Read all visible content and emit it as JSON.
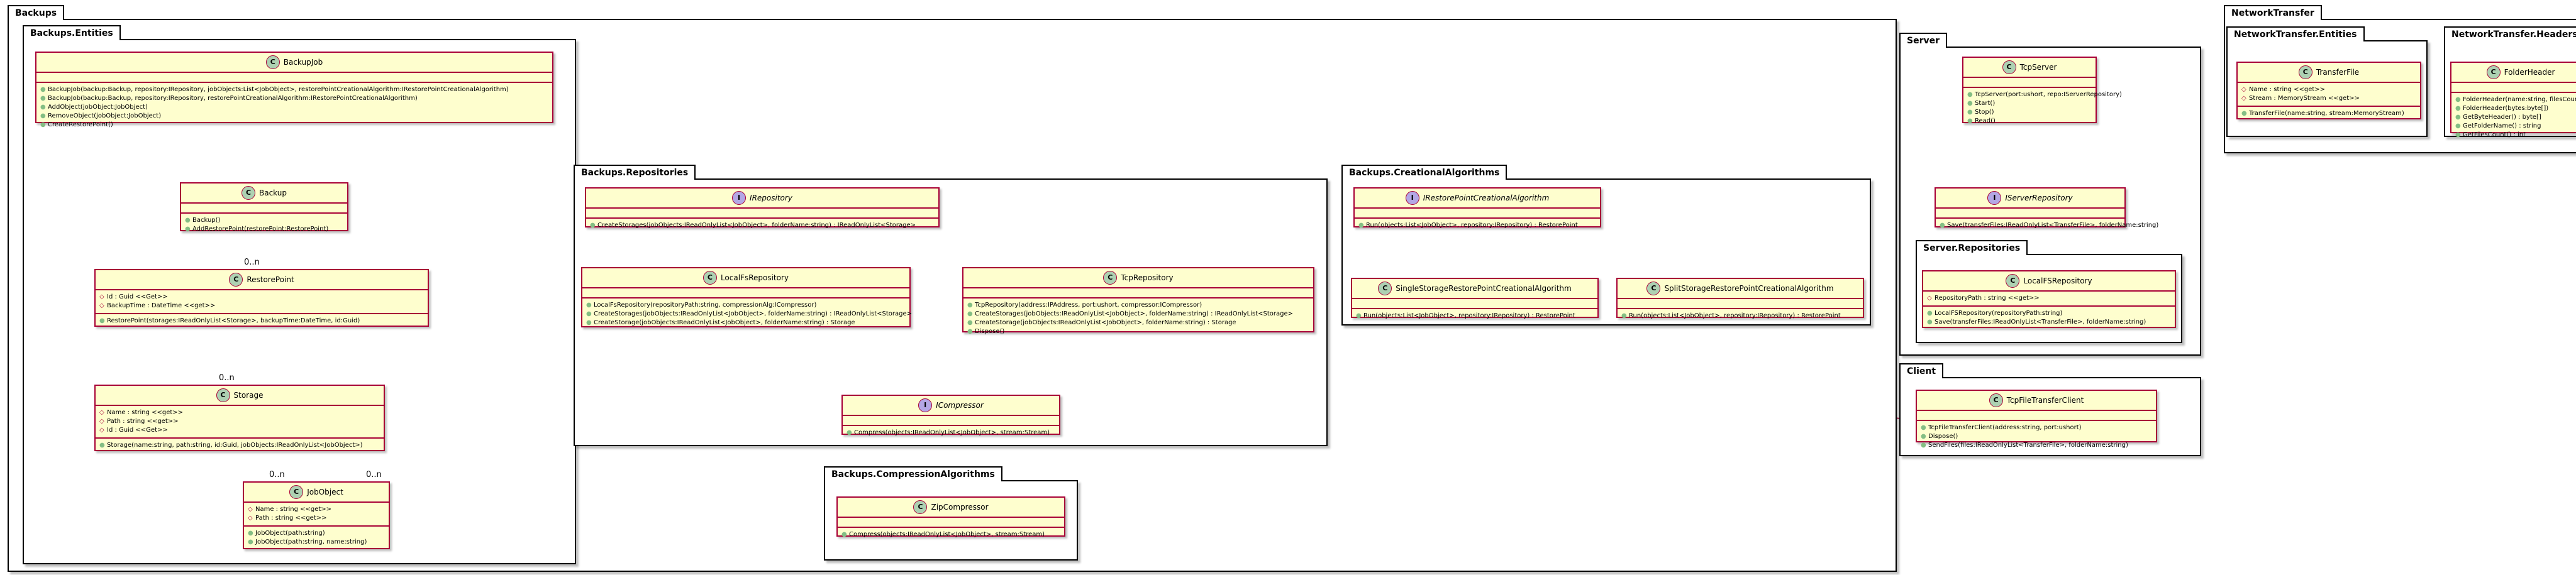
{
  "packages": {
    "backups": "Backups",
    "entities": "Backups.Entities",
    "repositories": "Backups.Repositories",
    "creational": "Backups.CreationalAlgorithms",
    "compression": "Backups.CompressionAlgorithms",
    "server": "Server",
    "server_repositories": "Server.Repositories",
    "client": "Client",
    "network_transfer": "NetworkTransfer",
    "nt_entities": "NetworkTransfer.Entities",
    "nt_headers": "NetworkTransfer.Headers"
  },
  "classes": {
    "backupjob": {
      "name": "BackupJob",
      "kind": "C",
      "fields": [],
      "methods": [
        "BackupJob(backup:Backup, repository:IRepository, jobObjects:List<JobObject>, restorePointCreationalAlgorithm:IRestorePointCreationalAlgorithm)",
        "BackupJob(backup:Backup, repository:IRepository, restorePointCreationalAlgorithm:IRestorePointCreationalAlgorithm)",
        "AddObject(jobObject:JobObject)",
        "RemoveObject(jobObject:JobObject)",
        "CreateRestorePoint()"
      ]
    },
    "backup": {
      "name": "Backup",
      "kind": "C",
      "fields": [],
      "methods": [
        "Backup()",
        "AddRestorePoint(restorePoint:RestorePoint)"
      ]
    },
    "restorepoint": {
      "name": "RestorePoint",
      "kind": "C",
      "fields": [
        "Id : Guid <<Get>>",
        "BackupTime : DateTime <<get>>"
      ],
      "methods": [
        "RestorePoint(storages:IReadOnlyList<Storage>, backupTime:DateTime, id:Guid)"
      ]
    },
    "storage": {
      "name": "Storage",
      "kind": "C",
      "fields": [
        "Name : string <<get>>",
        "Path : string <<get>>",
        "Id : Guid <<Get>>"
      ],
      "methods": [
        "Storage(name:string, path:string, id:Guid, jobObjects:IReadOnlyList<JobObject>)"
      ]
    },
    "jobobject": {
      "name": "JobObject",
      "kind": "C",
      "fields": [
        "Name : string <<get>>",
        "Path : string <<get>>"
      ],
      "methods": [
        "JobObject(path:string)",
        "JobObject(path:string, name:string)"
      ]
    },
    "irepository": {
      "name": "IRepository",
      "kind": "I",
      "fields": [],
      "methods": [
        "CreateStorages(jobObjects:IReadOnlyList<JobObject>, folderName:string) : IReadOnlyList<Storage>"
      ]
    },
    "localfsrepository": {
      "name": "LocalFsRepository",
      "kind": "C",
      "fields": [],
      "methods": [
        "LocalFsRepository(repositoryPath:string, compressionAlg:ICompressor)",
        "CreateStorages(jobObjects:IReadOnlyList<JobObject>, folderName:string) : IReadOnlyList<Storage>",
        "CreateStorage(jobObjects:IReadOnlyList<JobObject>, folderName:string) : Storage"
      ]
    },
    "tcprepository": {
      "name": "TcpRepository",
      "kind": "C",
      "fields": [],
      "methods": [
        "TcpRepository(address:IPAddress, port:ushort, compressor:ICompressor)",
        "CreateStorages(jobObjects:IReadOnlyList<JobObject>, folderName:string) : IReadOnlyList<Storage>",
        "CreateStorage(jobObjects:IReadOnlyList<JobObject>, folderName:string) : Storage",
        "Dispose()"
      ]
    },
    "icompressor": {
      "name": "ICompressor",
      "kind": "I",
      "fields": [],
      "methods": [
        "Compress(objects:IReadOnlyList<JobObject>, stream:Stream)"
      ]
    },
    "zipcompressor": {
      "name": "ZipCompressor",
      "kind": "C",
      "fields": [],
      "methods": [
        "Compress(objects:IReadOnlyList<JobObject>, stream:Stream)"
      ]
    },
    "irestorepointalg": {
      "name": "IRestorePointCreationalAlgorithm",
      "kind": "I",
      "fields": [],
      "methods": [
        "Run(objects:List<JobObject>, repository:IRepository) : RestorePoint"
      ]
    },
    "singlestoragealg": {
      "name": "SingleStorageRestorePointCreationalAlgorithm",
      "kind": "C",
      "fields": [],
      "methods": [
        "Run(objects:List<JobObject>, repository:IRepository) : RestorePoint"
      ]
    },
    "splitstoragealg": {
      "name": "SplitStorageRestorePointCreationalAlgorithm",
      "kind": "C",
      "fields": [],
      "methods": [
        "Run(objects:List<JobObject>, repository:IRepository) : RestorePoint"
      ]
    },
    "tcpserver": {
      "name": "TcpServer",
      "kind": "C",
      "fields": [],
      "methods": [
        "TcpServer(port:ushort, repo:IServerRepository)",
        "Start()",
        "Stop()",
        "Read()"
      ]
    },
    "iserverrepository": {
      "name": "IServerRepository",
      "kind": "I",
      "fields": [],
      "methods": [
        "Save(transferFiles:IReadOnlyList<TransferFile>, folderName:string)"
      ]
    },
    "localfsserverrepo": {
      "name": "LocalFSRepository",
      "kind": "C",
      "fields": [
        "RepositoryPath : string <<get>>"
      ],
      "methods": [
        "LocalFSRepository(repositoryPath:string)",
        "Save(transferFiles:IReadOnlyList<TransferFile>, folderName:string)"
      ]
    },
    "tcpfiletransferclient": {
      "name": "TcpFileTransferClient",
      "kind": "C",
      "fields": [],
      "methods": [
        "TcpFileTransferClient(address:string, port:ushort)",
        "Dispose()",
        "SendFiles(files:IReadOnlyList<TransferFile>, folderName:string)"
      ]
    },
    "transferfile": {
      "name": "TransferFile",
      "kind": "C",
      "fields": [
        "Name : string <<get>>",
        "Stream : MemoryStream <<get>>"
      ],
      "methods": [
        "TransferFile(name:string, stream:MemoryStream)"
      ]
    },
    "folderheader": {
      "name": "FolderHeader",
      "kind": "C",
      "fields": [],
      "methods": [
        "FolderHeader(name:string, filesCount:int)",
        "FolderHeader(bytes:byte[])",
        "GetByteHeader() : byte[]",
        "GetFolderName() : string",
        "GetFilesCount() : int"
      ]
    }
  },
  "multiplicities": {
    "backup_restorepoint": "0..n",
    "restorepoint_storage": "0..n",
    "storage_jobobject": "0..n",
    "backupjob_jobobject": "0..n"
  },
  "colors": {
    "class_fill": "#FEFECE",
    "class_border": "#A80036",
    "class_badge": "#ADD1B2",
    "interface_badge": "#B4A7E5",
    "edge": "#A80036"
  }
}
